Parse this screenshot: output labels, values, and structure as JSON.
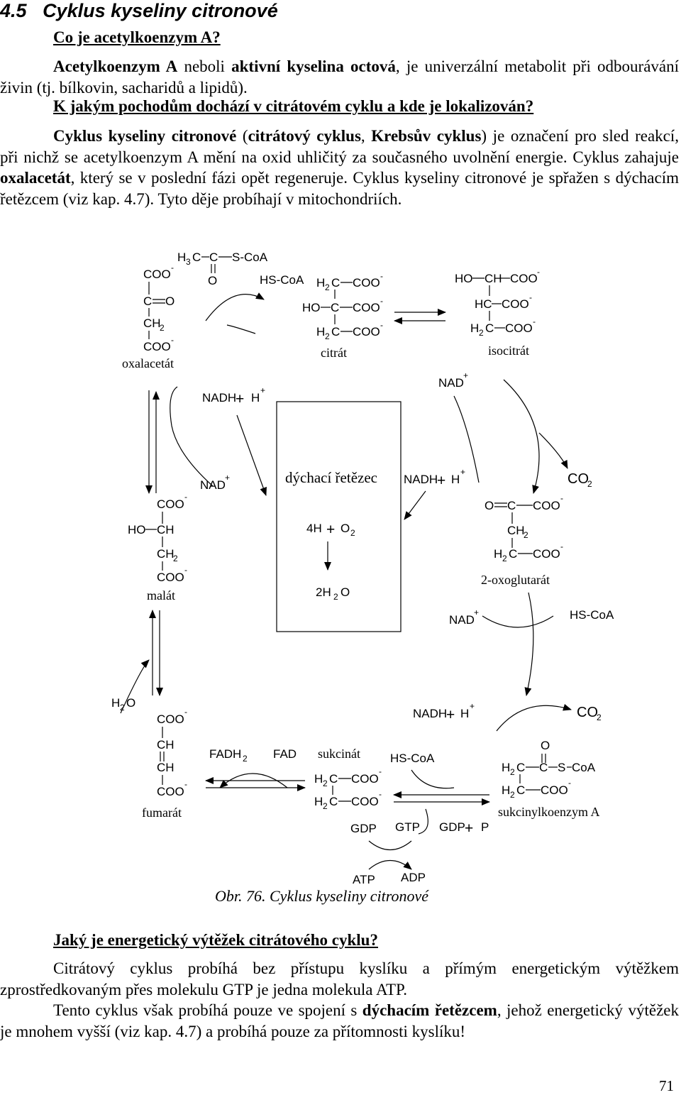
{
  "section": {
    "number": "4.5",
    "title": "Cyklus kyseliny citronové"
  },
  "q1": "Co je acetylkoenzym A?",
  "p1": {
    "b1": "Acetylkoenzym A",
    "t1": " neboli ",
    "b2": "aktivní kyselina octová",
    "t2": ", je univerzální metabolit při odbourávání živin (tj. bílkovin, sacharidů a lipidů)."
  },
  "q2": "K jakým pochodům dochází v citrátovém cyklu a kde je lokalizován?",
  "p2": {
    "b1": "Cyklus kyseliny citronové",
    "t1": " (",
    "b2": "citrátový cyklus",
    "t2": ", ",
    "b3": "Krebsův cyklus",
    "t3": ") je označení pro sled reakcí, při nichž se acetylkoenzym A mění na oxid uhličitý za současného uvolnění energie. Cyklus zahajuje ",
    "b4": "oxalacetát",
    "t4": ", který se v poslední fázi opět regeneruje. Cyklus kyseliny citronové je spřažen s dýchacím řetězcem (viz kap. 4.7). Tyto děje probíhají v mitochondriích."
  },
  "diagram": {
    "coo_minus": "COO",
    "minus": "-",
    "plus_sup": "+",
    "plus": "+",
    "sub2": "2",
    "sub3": "3",
    "oxalacetate": {
      "c": "C",
      "o": "O",
      "ch": "CH",
      "label": "oxalacetát"
    },
    "acetylcoa": {
      "h": "H",
      "c": "C",
      "s_coa": "S-CoA",
      "o": "O"
    },
    "hs_coa": "HS-CoA",
    "citrate": {
      "h": "H",
      "c": "C",
      "ho": "HO",
      "label": "citrát"
    },
    "isocitrate": {
      "ho": "HO",
      "ch": "CH",
      "hc": "HC",
      "h": "H",
      "c": "C",
      "label": "isocitrát"
    },
    "nadh": "NADH",
    "h": "H",
    "nad": "NAD",
    "respiratory": {
      "title": "dýchací řetězec",
      "h4": "4H",
      "o": "O",
      "h2": "2H"
    },
    "co2": "CO",
    "oxoglutarate": {
      "o": "O",
      "c": "C",
      "ch": "CH",
      "h": "H",
      "label": "2-oxoglutarát"
    },
    "malate": {
      "ho": "HO",
      "ch": "CH",
      "label": "malát"
    },
    "fumarate": {
      "ch": "CH",
      "label": "fumarát"
    },
    "water": {
      "h": "H",
      "o": "O"
    },
    "fadh": "FADH",
    "fad": "FAD",
    "succinate": {
      "h": "H",
      "c": "C",
      "label": "sukcinát"
    },
    "gdp": "GDP",
    "gtp": "GTP",
    "atp": "ATP",
    "adp": "ADP",
    "p": "P",
    "succinylcoa": {
      "o": "O",
      "h": "H",
      "c": "C",
      "s": "S",
      "coa": "CoA",
      "label": "sukcinylkoenzym A"
    },
    "caption": "Obr. 76. Cyklus kyseliny citronové"
  },
  "q3": "Jaký je energetický výtěžek citrátového cyklu?",
  "p3": "Citrátový cyklus probíhá bez přístupu kyslíku a přímým energetickým výtěžkem zprostředkovaným přes molekulu GTP je jedna molekula ATP.",
  "p4": {
    "t1": "Tento cyklus však probíhá pouze ve spojení s ",
    "b1": "dýchacím řetězcem",
    "t2": ", jehož energetický výtěžek je mnohem vyšší (viz kap. 4.7) a probíhá pouze za přítomnosti kyslíku!"
  },
  "page_number": "71"
}
